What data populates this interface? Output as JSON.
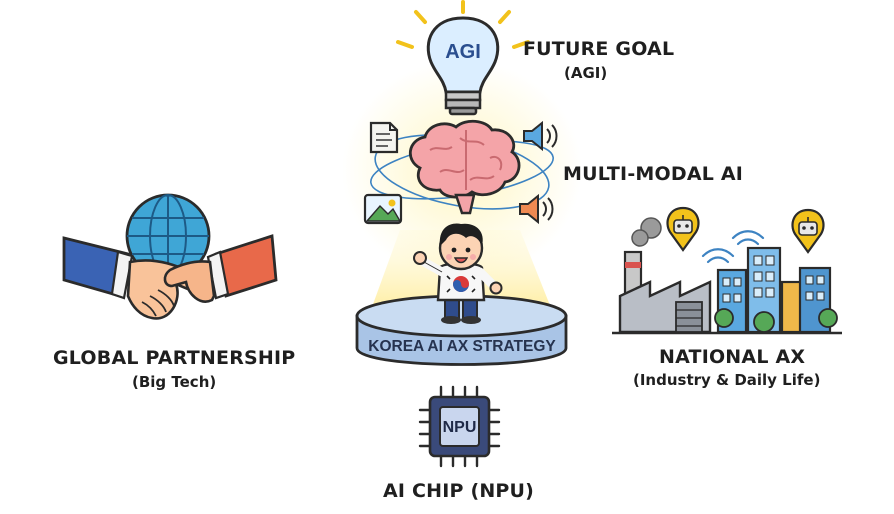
{
  "center": {
    "bulb_text": "AGI",
    "platform_text": "KOREA AI AX STRATEGY",
    "chip_text": "NPU"
  },
  "future_goal": {
    "title": "FUTURE GOAL",
    "subtitle": "(AGI)"
  },
  "multimodal": {
    "title": "MULTI-MODAL AI"
  },
  "partnership": {
    "title": "GLOBAL PARTNERSHIP",
    "subtitle": "(Big Tech)"
  },
  "national": {
    "title": "NATIONAL AX",
    "subtitle": "(Industry & Daily Life)"
  },
  "chip": {
    "title": "AI CHIP (NPU)"
  },
  "colors": {
    "outline": "#2b2b2b",
    "bulb_glass": "#dbeeff",
    "brain": "#f4a4a8",
    "platform_top": "#c9dcf2",
    "chip_body": "#3a4a7a",
    "sleeve_left": "#3a63b4",
    "sleeve_right": "#e8694a",
    "globe": "#3fa6d6",
    "glow": "#fff3b0"
  }
}
